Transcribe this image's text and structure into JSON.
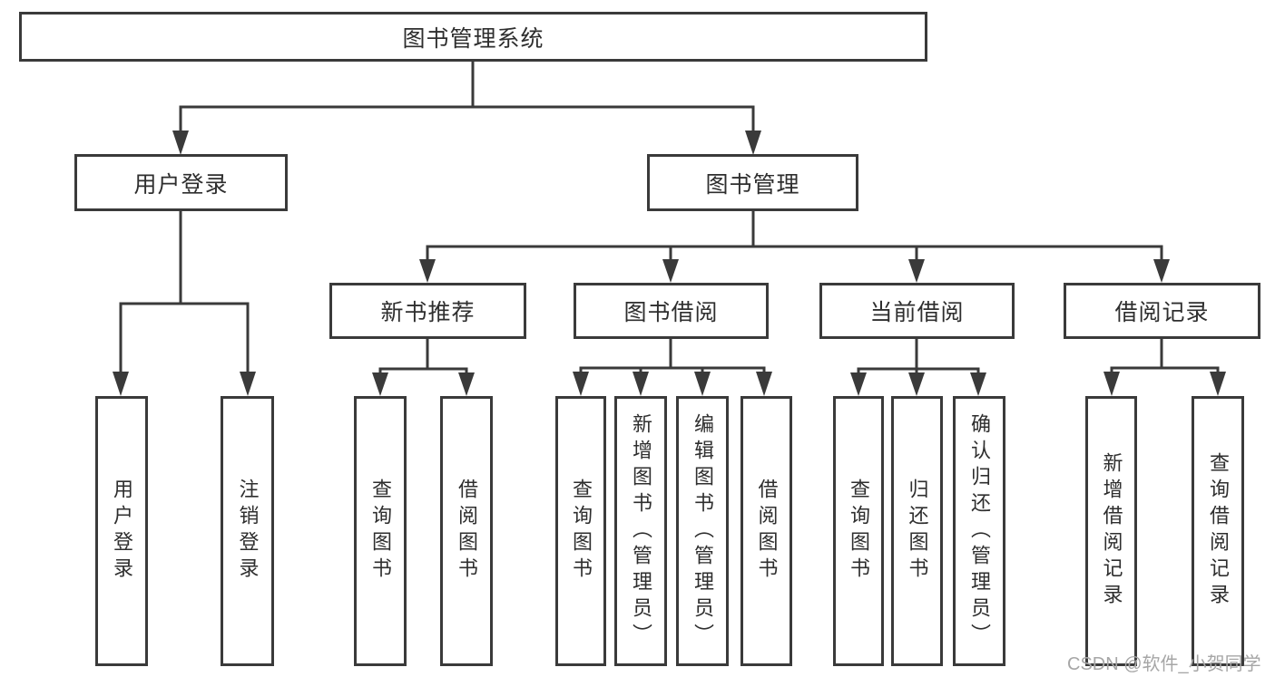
{
  "diagram": {
    "type": "tree",
    "nodes": {
      "root": {
        "label": "图书管理系统"
      },
      "l1": [
        {
          "label": "用户登录"
        },
        {
          "label": "图书管理"
        }
      ],
      "l2": [
        {
          "label": "新书推荐",
          "parent": "图书管理"
        },
        {
          "label": "图书借阅",
          "parent": "图书管理"
        },
        {
          "label": "当前借阅",
          "parent": "图书管理"
        },
        {
          "label": "借阅记录",
          "parent": "图书管理"
        }
      ],
      "leaves": [
        {
          "label": "用户登录",
          "parent": "用户登录"
        },
        {
          "label": "注销登录",
          "parent": "用户登录"
        },
        {
          "label": "查询图书",
          "parent": "新书推荐"
        },
        {
          "label": "借阅图书",
          "parent": "新书推荐"
        },
        {
          "label": "查询图书",
          "parent": "图书借阅"
        },
        {
          "label": "新增图书（管理员）",
          "parent": "图书借阅"
        },
        {
          "label": "编辑图书（管理员）",
          "parent": "图书借阅"
        },
        {
          "label": "借阅图书",
          "parent": "图书借阅"
        },
        {
          "label": "查询图书",
          "parent": "当前借阅"
        },
        {
          "label": "归还图书",
          "parent": "当前借阅"
        },
        {
          "label": "确认归还（管理员）",
          "parent": "当前借阅"
        },
        {
          "label": "新增借阅记录",
          "parent": "借阅记录"
        },
        {
          "label": "查询借阅记录",
          "parent": "借阅记录"
        }
      ]
    }
  },
  "watermark": {
    "text": "CSDN @软件_小贺同学"
  },
  "colors": {
    "line": "#3a3a3a",
    "text": "#2e2e2e",
    "watermark": "#a6a6a6",
    "background": "#ffffff"
  }
}
